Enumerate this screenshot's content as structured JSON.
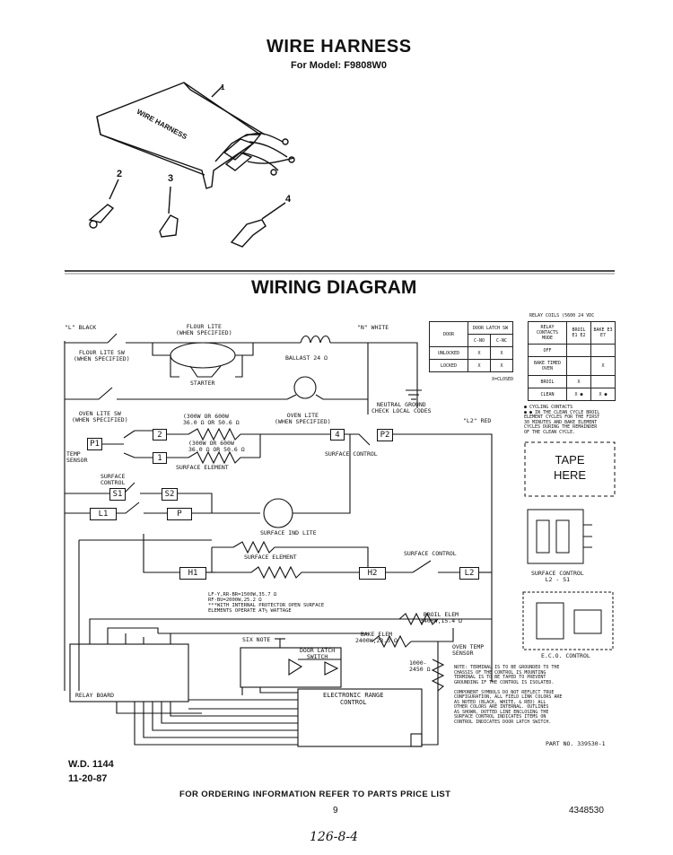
{
  "header": {
    "title": "WIRE HARNESS",
    "model": "For Model: F9808W0"
  },
  "parts": {
    "p1": "1",
    "p2": "2",
    "p3": "3",
    "p4": "4",
    "harness_text": "WIRE HARNESS"
  },
  "section": {
    "title": "WIRING DIAGRAM"
  },
  "wires": {
    "l1": "\"L\" BLACK",
    "n": "\"N\" WHITE",
    "l2": "\"L2\" RED"
  },
  "labels": {
    "flour_lite": "FLOUR LITE\n(WHEN SPECIFIED)",
    "flour_lite_sw": "FLOUR LITE SW\n(WHEN SPECIFIED)",
    "ballast": "BALLAST 24 Ω",
    "starter": "STARTER",
    "neutral": "NEUTRAL GROUND\nCHECK LOCAL CODES",
    "oven_lite_sw": "OVEN LITE SW\n(WHEN SPECIFIED)",
    "oven_lite": "OVEN LITE\n(WHEN SPECIFIED)",
    "elem_top": "(300W OR 600W\n36.0 Ω OR 50.6 Ω",
    "elem_bot": "(300W OR 600W\n36.0 Ω OR 50.6 Ω",
    "surface_element": "SURFACE ELEMENT",
    "temp_sensor": "TEMP\nSENSOR",
    "surface_control": "SURFACE CONTROL",
    "surface_control2": "SURFACE\nCONTROL",
    "surface_ind_lite": "SURFACE IND LITE",
    "surface_element2": "SURFACE ELEMENT",
    "surface_control3": "SURFACE CONTROL",
    "watts": "LF-Y,RR-BR=1500W,35.7 Ω\nRF-BU=2000W,25.2 Ω\n***WITH INTERNAL PROTECTOR OPEN SURFACE\nELEMENTS OPERATE AT½ WATTAGE",
    "broil_elem": "BROIL ELEM\n3400W,15.4 Ω",
    "bake_elem": "BAKE ELEM\n2400W,23.3 Ω",
    "six_note": "SIX NOTE",
    "door_latch": "DOOR LATCH\nSWITCH",
    "oven_temp": "OVEN TEMP\nSENSOR",
    "sensor_res": "1000-\n2450 Ω",
    "erc": "ELECTRONIC RANGE\nCONTROL",
    "relay_board": "RELAY BOARD",
    "note": "NOTE: TERMINAL IS TO BE GROUNDED TO THE\nCHASSIS OF THE CONTROL IS MOUNTING\nTERMINAL IS TO BE TAPED TO PREVENT\nGROUNDING IF THE CONTROL IS ISOLATED.\n\nCOMPONENT SYMBOLS DO NOT REFLECT TRUE\nCONFIGURATION, ALL FIELD LINK COLORS ARE\nAS NOTED (BLACK, WHITE, & RED) ALL\nOTHER COLORS ARE INTERNAL. OUTLINES\nAS SHOWN, DOTTED LINE ENCLOSING THE\nSURFACE CONTROL INDICATES ITEMS ON\nCONTROL INDICATES DOOR LATCH SWITCH.",
    "part_no": "PART NO. 339530-1",
    "tape": "TAPE\nHERE",
    "surface_control_box": "SURFACE CONTROL\nL2 - S1",
    "eco": "E.C.O. CONTROL",
    "relay_table_title": "RELAY COILS (5600 24 VDC",
    "closed": "X=CLOSED",
    "cycle_note": "● CYCLING CONTACTS\n● ● IN THE CLEAN CYCLE BROIL\nELEMENT CYCLES FOR THE FIRST\n30 MINUTES AND BAKE ELEMENT\nCYCLES DURING THE REMAINDER\nOF THE CLEAN CYCLE."
  },
  "terminals": [
    "P1",
    "S1",
    "L1",
    "S2",
    "P",
    "H1",
    "H2",
    "L2",
    "2",
    "1",
    "4",
    "P2"
  ],
  "door_table": {
    "headers": [
      "DOOR",
      "DOOR LATCH SW",
      "C-NO",
      "C-NC"
    ],
    "rows": [
      [
        "UNLOCKED",
        "X",
        "X"
      ],
      [
        "LOCKED",
        "X",
        "X"
      ]
    ]
  },
  "relay_table": {
    "headers": [
      "RELAY CONTACTS MODE",
      "BROIL E1 E2",
      "BAKE E3 E7"
    ],
    "rows": [
      [
        "OFF",
        "",
        ""
      ],
      [
        "BAKE TIMED OVEN",
        "",
        "X"
      ],
      [
        "BROIL",
        "X",
        ""
      ],
      [
        "CLEAN",
        "X ●",
        "X ●"
      ]
    ]
  },
  "footer": {
    "wd": "W.D. 1144",
    "date": "11-20-87",
    "ordering": "FOR ORDERING INFORMATION REFER TO PARTS PRICE LIST",
    "page": "9",
    "code": "4348530",
    "handwritten": "126-8-4"
  }
}
